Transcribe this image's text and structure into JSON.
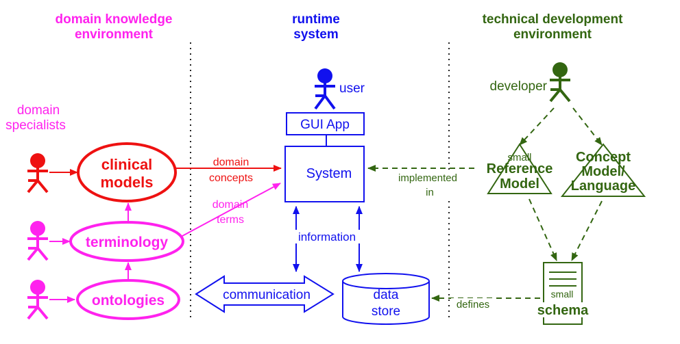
{
  "colors": {
    "magenta": "#ff22ee",
    "red": "#ee1111",
    "blue": "#1111ee",
    "green": "#336611",
    "dotted": "#222222"
  },
  "columns": {
    "domain": {
      "title_line1": "domain knowledge",
      "title_line2": "environment"
    },
    "runtime": {
      "title_line1": "runtime",
      "title_line2": "system"
    },
    "technical": {
      "title_line1": "technical development",
      "title_line2": "environment"
    }
  },
  "actors": {
    "domain_specialists_line1": "domain",
    "domain_specialists_line2": "specialists",
    "user": "user",
    "developer": "developer"
  },
  "domain_nodes": {
    "clinical_line1": "clinical",
    "clinical_line2": "models",
    "terminology": "terminology",
    "ontologies": "ontologies"
  },
  "runtime_nodes": {
    "gui_app": "GUI App",
    "system": "System",
    "data_store_line1": "data",
    "data_store_line2": "store",
    "communication": "communication",
    "information": "information"
  },
  "tech_nodes": {
    "reference_small": "small",
    "reference_line1": "Reference",
    "reference_line2": "Model",
    "concept_line1": "Concept",
    "concept_line2": "Model/",
    "concept_line3": "Language",
    "schema_small": "small",
    "schema": "schema"
  },
  "edge_labels": {
    "domain_concepts_line1": "domain",
    "domain_concepts_line2": "concepts",
    "domain_terms_line1": "domain",
    "domain_terms_line2": "terms",
    "implemented_line1": "implemented",
    "implemented_line2": "in",
    "defines": "defines"
  }
}
